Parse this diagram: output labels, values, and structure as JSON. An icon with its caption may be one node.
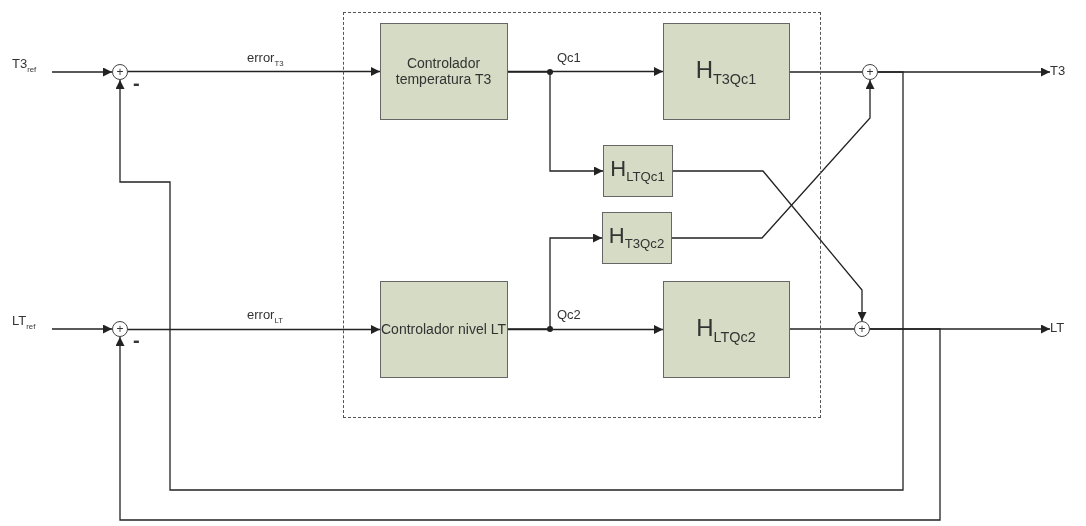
{
  "diagram": {
    "nodes": [
      {
        "text": [],
        "shape": "box"
      },
      {
        "text": [
          "T3$_{ref}$"
        ]
      },
      {
        "text": [
          "+"
        ]
      },
      {
        "text": [
          "Controlador temperatura T3"
        ],
        "in": 0
      },
      {
        "text": [
          "H$_{T3Qc1}$"
        ],
        "in": 0
      },
      {
        "text": [
          "+"
        ]
      },
      {
        "text": [
          "T3"
        ]
      },
      {
        "text": [
          "H$_{LTQc1}$"
        ],
        "in": 0
      },
      {
        "text": [
          "H$_{T3Qc2}$"
        ],
        "in": 0
      },
      {
        "text": [
          "LT$_{ref}$"
        ]
      },
      {
        "text": [
          "+"
        ]
      },
      {
        "text": [
          "Controlador nivel LT"
        ],
        "in": 0
      },
      {
        "text": [
          "H$_{LTQc2}$"
        ],
        "in": 0
      },
      {
        "text": [
          "+"
        ]
      },
      {
        "text": [
          "LT"
        ]
      }
    ],
    "edges": [
      {
        "from": 1,
        "to": 2,
        "arrow": "to"
      },
      {
        "from": 2,
        "to": 3,
        "arrow": "to",
        "label": "error$_{T3}$"
      },
      {
        "from": 3,
        "to": 4,
        "arrow": "to",
        "label": "Qc1"
      },
      {
        "from": 3,
        "to": 7,
        "arrow": "to"
      },
      {
        "from": 4,
        "to": 5,
        "arrow": "none"
      },
      {
        "from": 7,
        "to": 13,
        "arrow": "to"
      },
      {
        "from": 8,
        "to": 5,
        "arrow": "to"
      },
      {
        "from": 5,
        "to": 6,
        "arrow": "to"
      },
      {
        "from": 5,
        "to": 2,
        "arrow": "to"
      },
      {
        "from": 9,
        "to": 10,
        "arrow": "to"
      },
      {
        "from": 10,
        "to": 11,
        "arrow": "to",
        "label": "error$_{LT}$"
      },
      {
        "from": 11,
        "to": 12,
        "arrow": "to",
        "label": "Qc2"
      },
      {
        "from": 11,
        "to": 8,
        "arrow": "to"
      },
      {
        "from": 12,
        "to": 13,
        "arrow": "none"
      },
      {
        "from": 13,
        "to": 14,
        "arrow": "to"
      },
      {
        "from": 13,
        "to": 10,
        "arrow": "to"
      }
    ],
    "labels": [
      "-",
      "-"
    ]
  }
}
